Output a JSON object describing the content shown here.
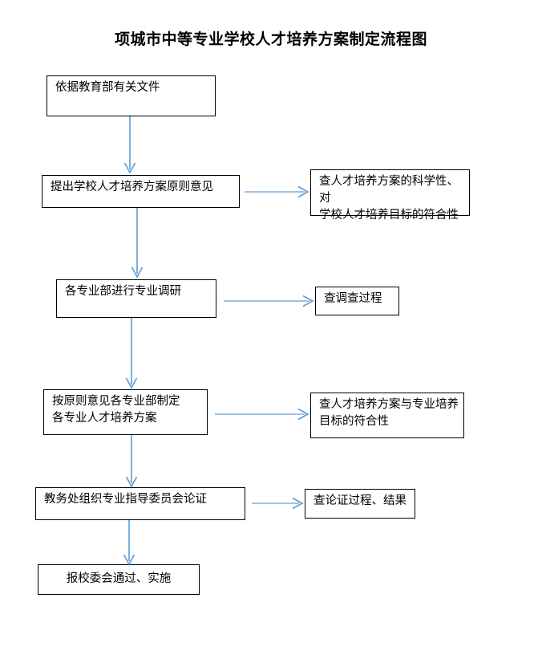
{
  "page": {
    "title": "项城市中等专业学校人才培养方案制定流程图",
    "background_color": "#ffffff",
    "box_border_color": "#000000",
    "arrow_color": "#5B9BD5",
    "text_color": "#000000"
  },
  "flow": {
    "main_steps": [
      {
        "id": "step-1",
        "label": "依据教育部有关文件"
      },
      {
        "id": "step-2",
        "label": "提出学校人才培养方案原则意见"
      },
      {
        "id": "step-3",
        "label": "各专业部进行专业调研"
      },
      {
        "id": "step-4",
        "label": "按原则意见各专业部制定\n各专业人才培养方案"
      },
      {
        "id": "step-5",
        "label": "教务处组织专业指导委员会论证"
      },
      {
        "id": "step-6",
        "label": "报校委会通过、实施"
      }
    ],
    "check_notes": [
      {
        "id": "note-1",
        "label": "查人才培养方案的科学性、对\n学校人才培养目标的符合性"
      },
      {
        "id": "note-2",
        "label": "查调查过程"
      },
      {
        "id": "note-3",
        "label": "查人才培养方案与专业培养\n目标的符合性"
      },
      {
        "id": "note-4",
        "label": "查论证过程、结果"
      }
    ],
    "connectors": {
      "vertical_count": 5,
      "horizontal_count": 4,
      "style": "thin-line-open-arrowhead"
    }
  }
}
